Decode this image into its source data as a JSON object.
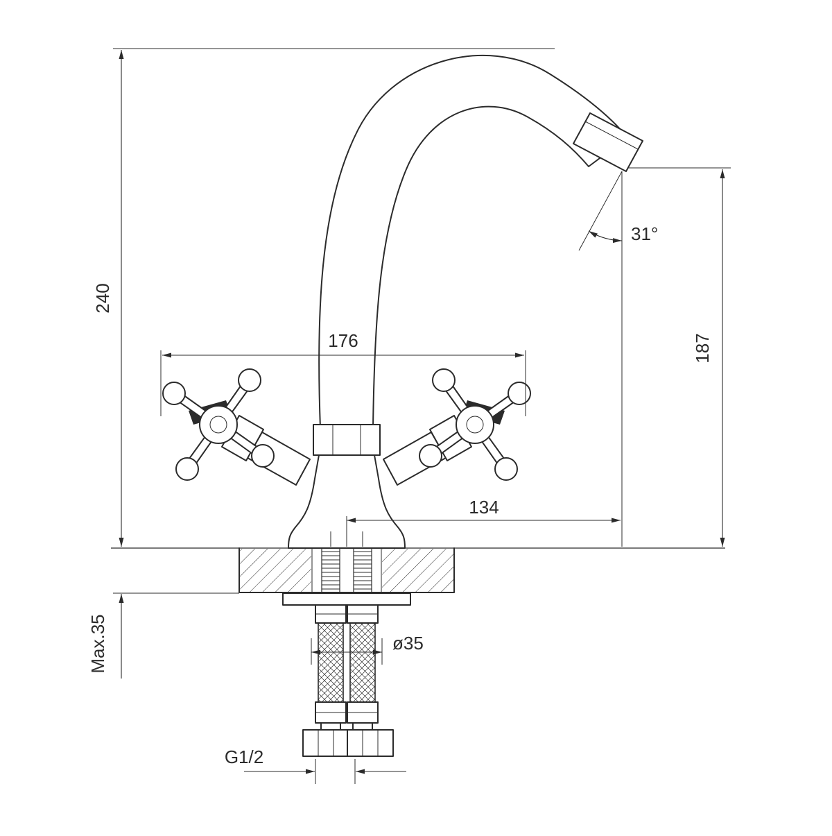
{
  "drawing_title": "faucet-technical-drawing",
  "dimensions": {
    "overall_height": "240",
    "handle_span": "176",
    "outlet_height": "187",
    "outlet_angle": "31°",
    "spout_reach": "134",
    "max_deck_thickness": "Max.35",
    "hole_diameter": "ø35",
    "connection_thread": "G1/2"
  },
  "colors": {
    "line": "#2b2b2b",
    "background": "#ffffff"
  }
}
